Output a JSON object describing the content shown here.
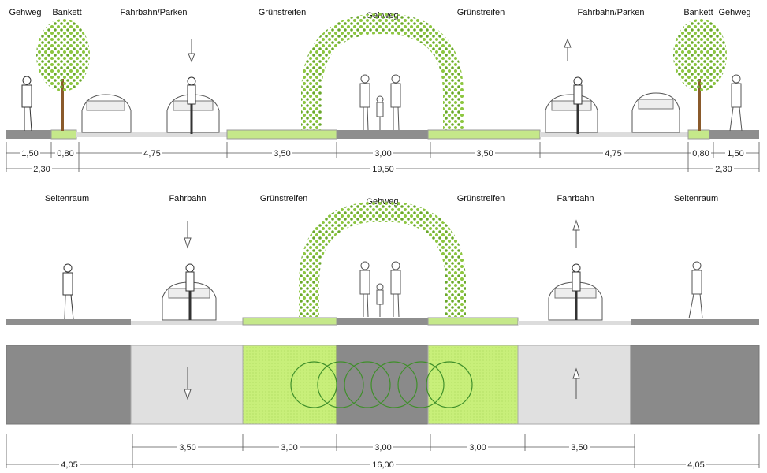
{
  "colors": {
    "sidewalk": "#8e8e8e",
    "green": "#c5e88a",
    "road": "#dcdcdc",
    "plan_sidewalk": "#8a8a8a",
    "plan_road": "#e0e0e0",
    "plan_green": "#c8ef7a",
    "tree": "#7cb83a",
    "dim_line": "#555555"
  },
  "section_top": {
    "labels": [
      "Gehweg",
      "Bankett",
      "Fahrbahn/Parken",
      "Grünstreifen",
      "Gehweg",
      "Grünstreifen",
      "Fahrbahn/Parken",
      "Bankett",
      "Gehweg"
    ],
    "dims_row1": [
      "1,50",
      "0,80",
      "4,75",
      "3,50",
      "3,00",
      "3,50",
      "4,75",
      "0,80",
      "1,50"
    ],
    "dims_row2": [
      "2,30",
      "19,50",
      "2,30"
    ]
  },
  "section_middle": {
    "labels": [
      "Seitenraum",
      "Fahrbahn",
      "Grünstreifen",
      "Gehweg",
      "Grünstreifen",
      "Fahrbahn",
      "Seitenraum"
    ]
  },
  "plan": {
    "dims_row1": [
      "3,50",
      "3,00",
      "3,00",
      "3,00",
      "3,50"
    ],
    "dims_row2": [
      "4,05",
      "16,00",
      "4,05"
    ]
  }
}
